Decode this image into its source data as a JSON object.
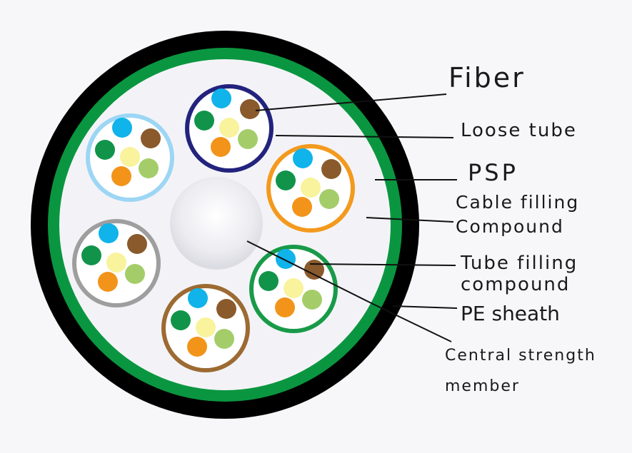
{
  "colors": {
    "background": "#f7f7fa",
    "outer_sheath": "#000000",
    "psp_layer": "#0a9640",
    "cable_filling": "#f3f3f7",
    "central_member": "#e4e4ea"
  },
  "fiber_colors": [
    "#10b3ea",
    "#8a5a2c",
    "#11944a",
    "#f8f39c",
    "#f2941a",
    "#a4cd6a"
  ],
  "tubes": [
    {
      "name": "navy-tube",
      "color": "#23237e"
    },
    {
      "name": "light-blue-tube",
      "color": "#9dd6f4"
    },
    {
      "name": "orange-tube",
      "color": "#f39a1e"
    },
    {
      "name": "grey-tube",
      "color": "#9e9e9e"
    },
    {
      "name": "green-tube",
      "color": "#189a48"
    },
    {
      "name": "brown-tube",
      "color": "#9c6a32"
    }
  ],
  "labels": {
    "fiber": "Fiber",
    "loose_tube": "Loose tube",
    "psp": "PSP",
    "cable_filling_line1": "Cable filling",
    "cable_filling_line2": "Compound",
    "tube_filling_line1": "Tube filling",
    "tube_filling_line2": "compound",
    "pe_sheath": "PE sheath",
    "central_member_line1": "Central strength",
    "central_member_line2": "member"
  }
}
